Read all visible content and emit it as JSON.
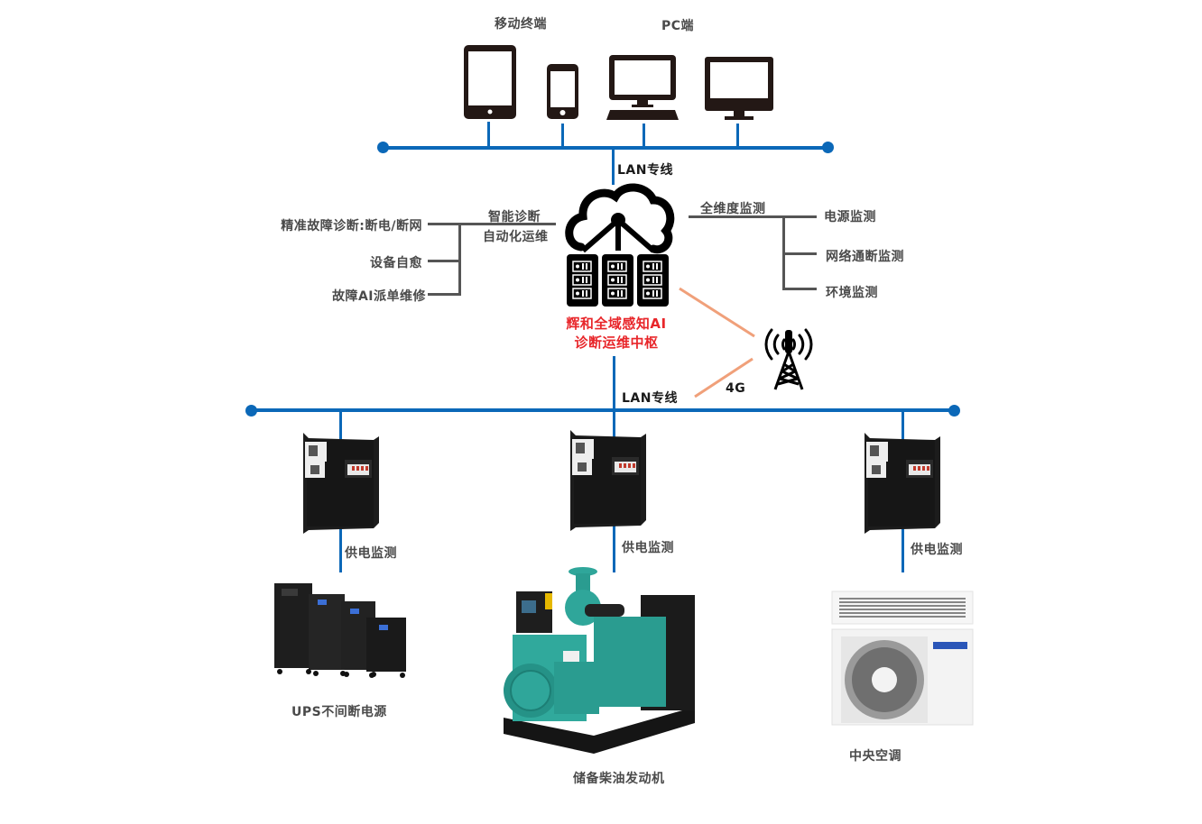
{
  "clients": {
    "mobile_label": "移动终端",
    "pc_label": "PC端",
    "devices": [
      {
        "icon": "tablet-icon"
      },
      {
        "icon": "smartphone-icon"
      },
      {
        "icon": "desktop-computer-icon"
      },
      {
        "icon": "monitor-icon"
      }
    ]
  },
  "links": {
    "top_lan": "LAN专线",
    "bottom_lan": "LAN专线",
    "wireless": "4G"
  },
  "hub": {
    "icon": "cloud-server-icon",
    "title_line1": "辉和全域感知AI",
    "title_line2": "诊断运维中枢",
    "title_color": "#e8262a"
  },
  "left_branch": {
    "title_line1": "智能诊断",
    "title_line2": "自动化运维",
    "items": [
      "精准故障诊断:断电/断网",
      "设备自愈",
      "故障AI派单维修"
    ]
  },
  "right_branch": {
    "title": "全维度监测",
    "items": [
      "电源监测",
      "网络通断监测",
      "环境监测"
    ]
  },
  "tower": {
    "icon": "cell-tower-icon"
  },
  "endpoints": [
    {
      "monitor_label": "供电监测",
      "device_label": "UPS不间断电源",
      "device_icon": "ups-icon"
    },
    {
      "monitor_label": "供电监测",
      "device_label": "储备柴油发动机",
      "device_icon": "diesel-generator-icon"
    },
    {
      "monitor_label": "供电监测",
      "device_label": "中央空调",
      "device_icon": "air-conditioner-icon"
    }
  ],
  "colors": {
    "bus": "#0b68b8",
    "branch": "#555555",
    "wireless": "#f0a07a",
    "label": "#4a4a4a"
  }
}
